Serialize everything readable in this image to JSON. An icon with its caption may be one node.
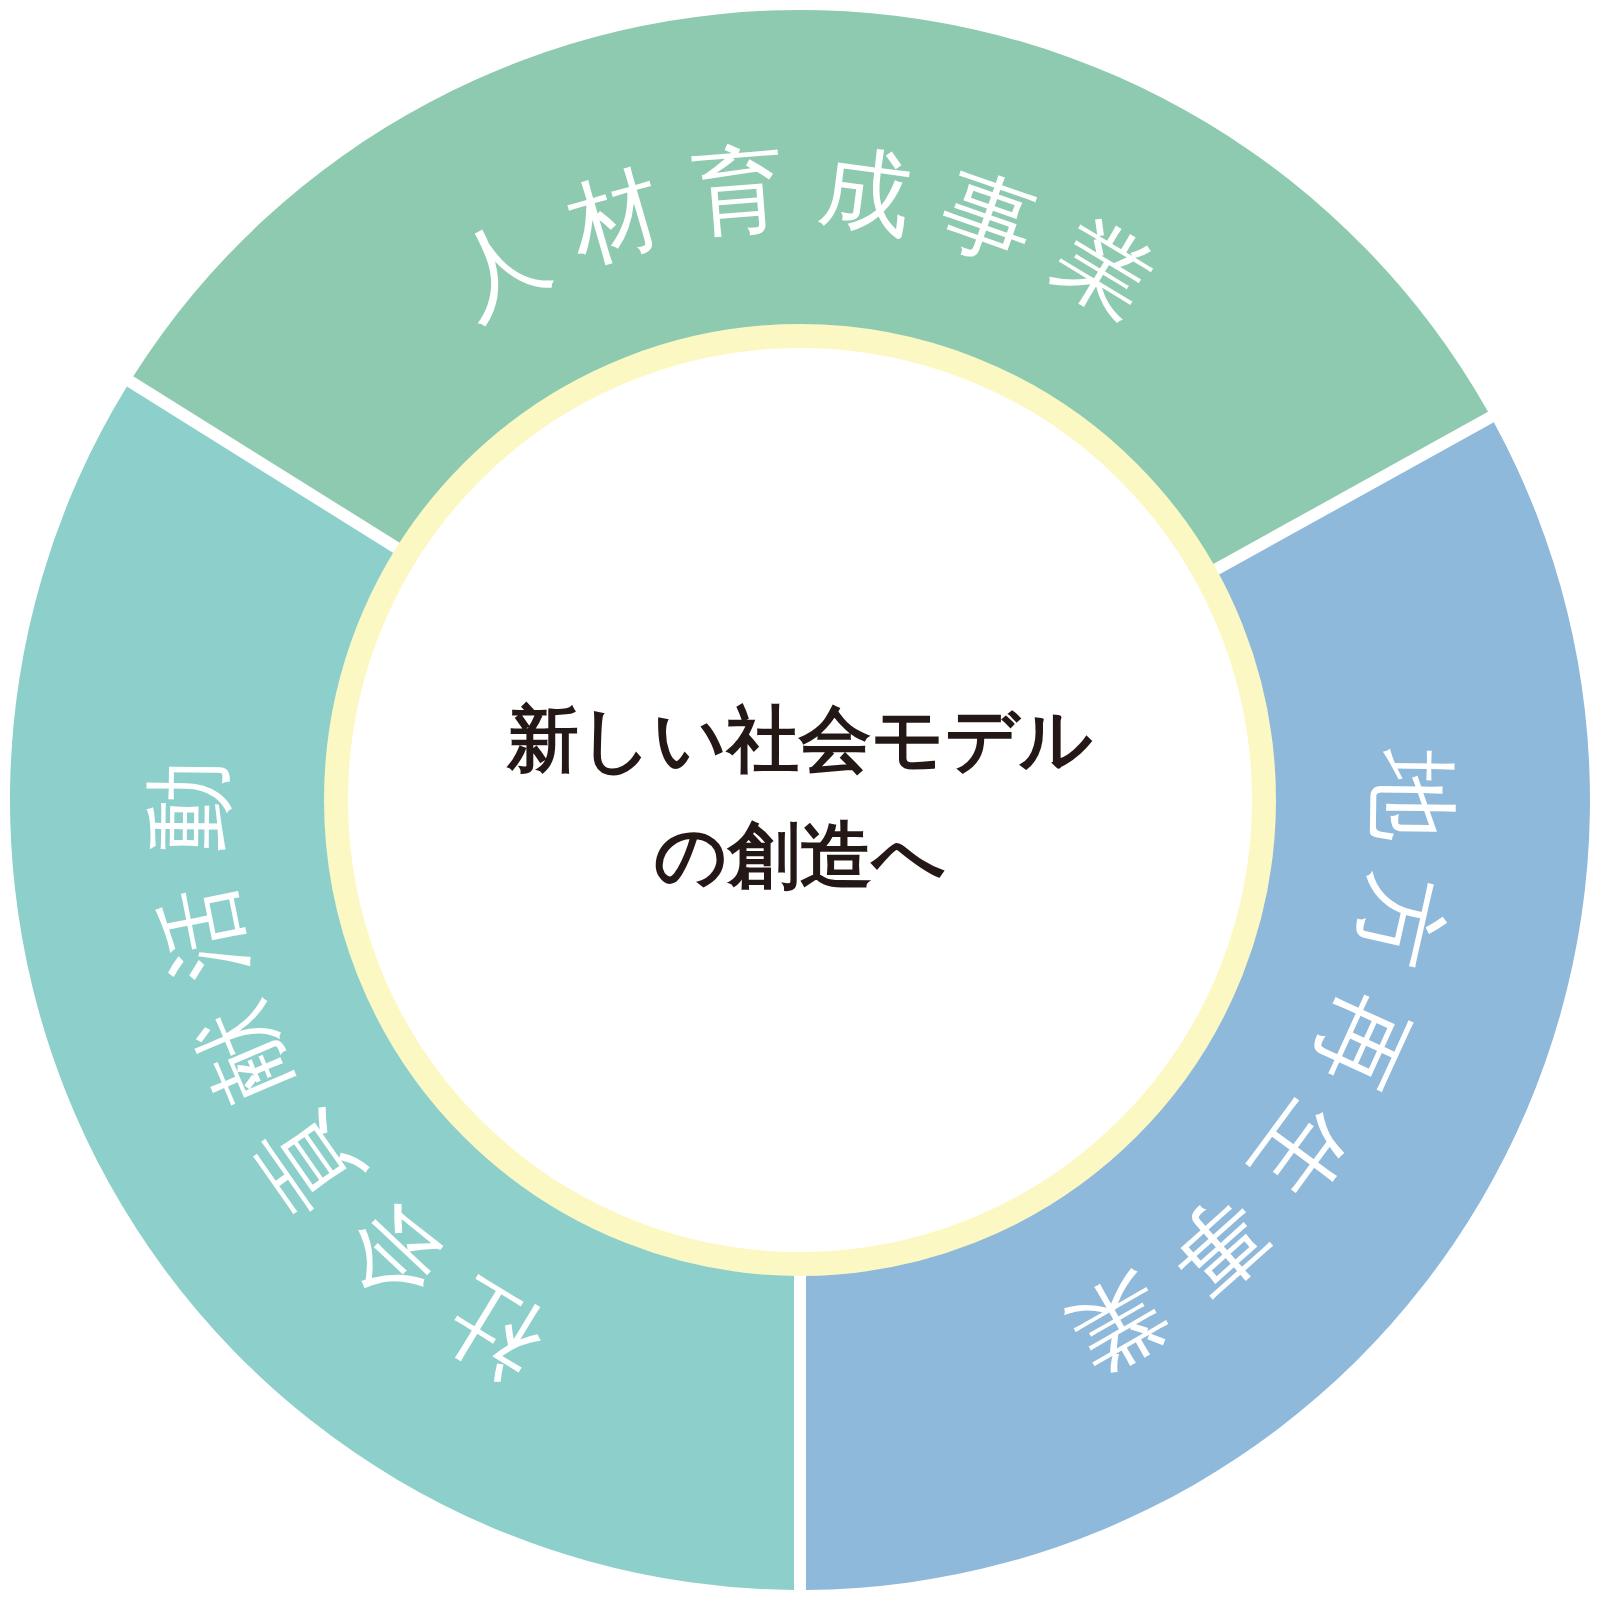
{
  "diagram": {
    "nodes": [
      {
        "text": [
          "人材育成事業"
        ]
      },
      {
        "text": [
          "地方再生事業"
        ]
      },
      {
        "text": [
          "社会貢献活動"
        ]
      },
      {
        "text": [
          "新しい社会モデルの創造へ"
        ]
      }
    ]
  }
}
